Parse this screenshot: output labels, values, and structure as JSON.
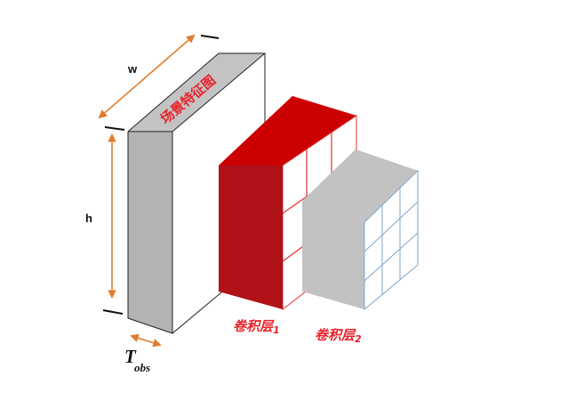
{
  "labels": {
    "width": "w",
    "height": "h",
    "thickness_main": "T",
    "thickness_sub": "obs",
    "feature_map": "场景特征图",
    "conv1_text": "卷积层",
    "conv1_num": "1",
    "conv2_text": "卷积层",
    "conv2_num": "2"
  },
  "colors": {
    "arrow": "#E07C2C",
    "label_red": "#E8222A",
    "feature_label": "#E8222A",
    "slab_front": "#B3B3B3",
    "slab_top": "#C3C3C3",
    "slab_side": "#FFFFFF",
    "conv1_front": "#B01217",
    "conv1_top": "#CC0000",
    "conv1_side": "#FFFFFF",
    "conv1_grid": "#E03030",
    "conv2_front": "#C2C2C2",
    "conv2_top": "#C2C2C2",
    "conv2_side": "#FFFFFF",
    "conv2_grid": "#7FA6C9",
    "edge": "#222222"
  },
  "icons": {
    "arrow_width": "double-arrow-icon",
    "arrow_height": "double-arrow-icon",
    "arrow_thickness": "double-arrow-icon"
  }
}
